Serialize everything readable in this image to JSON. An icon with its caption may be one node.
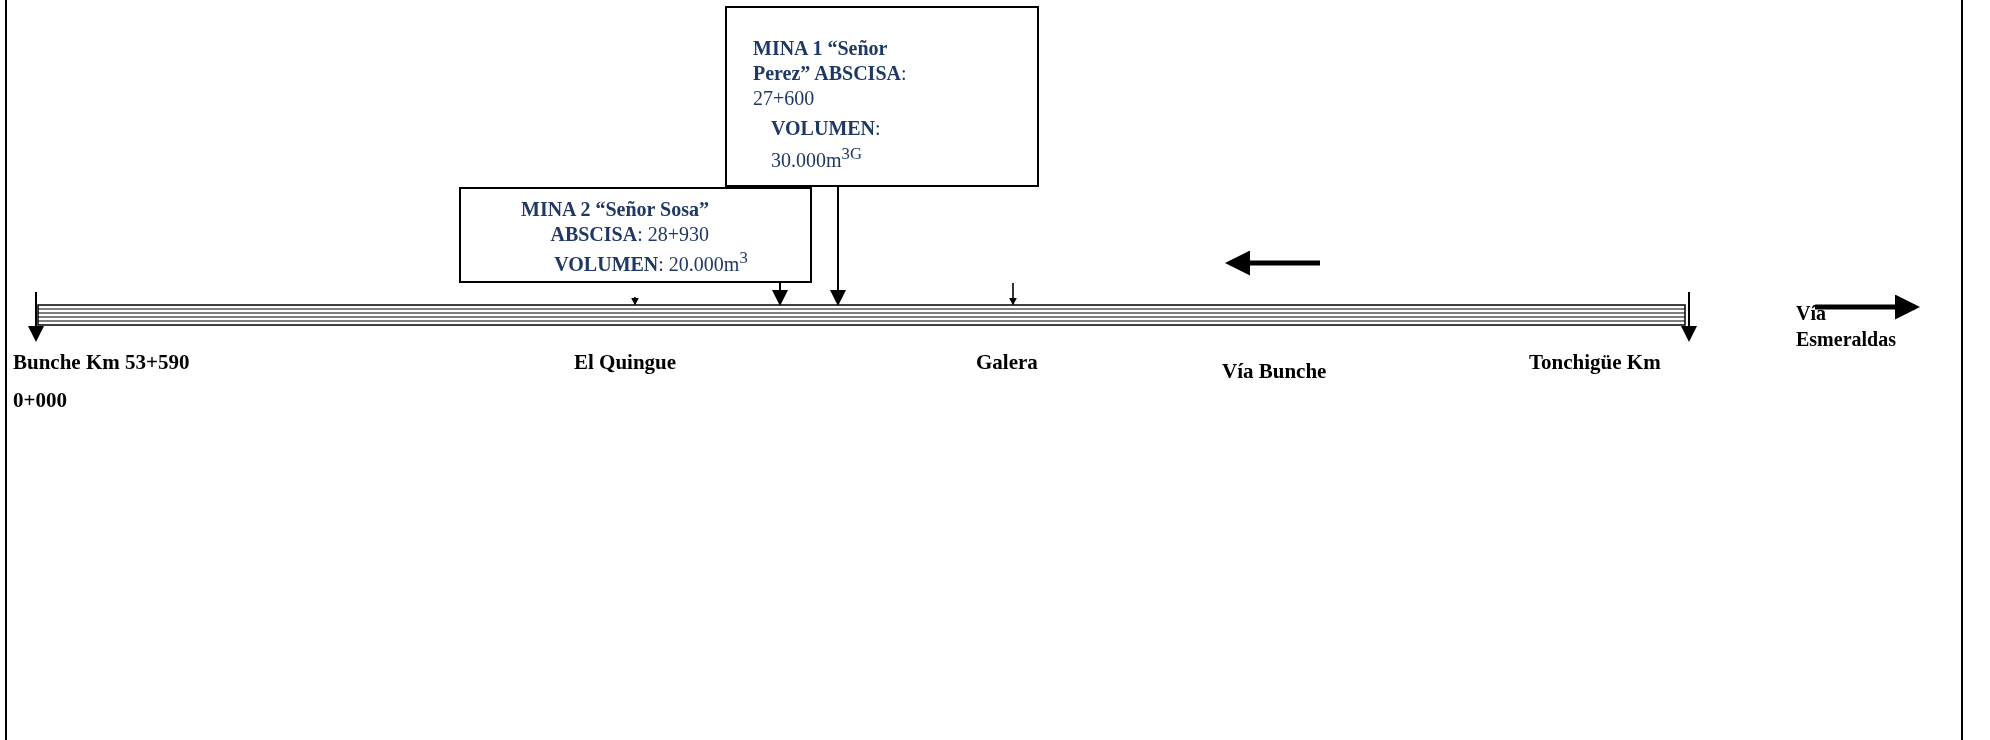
{
  "diagram": {
    "nodes": [
      {
        "text": [
          "**MINA 1 “Señor Perez” ABSCISA**: 27+600",
          "**VOLUMEN**: 30.000m$^{3G}$"
        ]
      },
      {
        "text": [
          "**MINA 2 “Señor Sosa” ABSCISA**: 28+930",
          "**VOLUMEN**: 20.000m$^{3}$"
        ]
      },
      {
        "text": [],
        "shape": "bar"
      }
    ],
    "edges": [
      {
        "from": 0,
        "to": 2,
        "arrow": "to"
      },
      {
        "from": 1,
        "to": 2,
        "arrow": "to"
      },
      {
        "from": null,
        "to": 2,
        "arrow": "to"
      },
      {
        "from": null,
        "to": 2,
        "arrow": "to"
      },
      {
        "from": null,
        "to": 2,
        "arrow": "to"
      },
      {
        "from": null,
        "to": 2,
        "arrow": "to"
      }
    ],
    "labels": [
      "Bunche Km 53+590",
      "0+000",
      "El Quingue",
      "Galera",
      "Vía Bunche",
      "Tonchigüe  Km",
      "Vía Esmeraldas"
    ]
  }
}
